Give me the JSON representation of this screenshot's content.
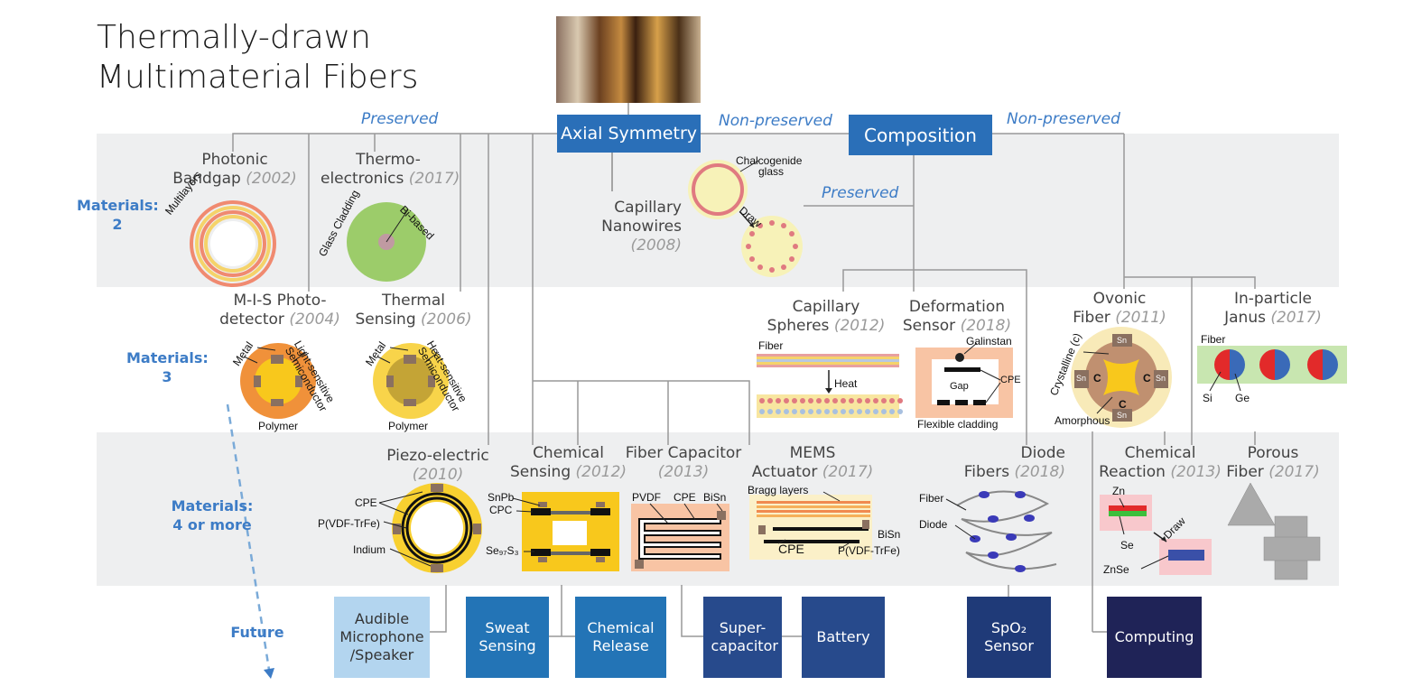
{
  "title_line1": "Thermally-drawn",
  "title_line2": "Multimaterial Fibers",
  "header": {
    "axial": "Axial Symmetry",
    "composition": "Composition",
    "preserved_left": "Preserved",
    "nonpreserved_mid": "Non-preserved",
    "nonpreserved_right": "Non-preserved",
    "preserved_comp": "Preserved"
  },
  "materials": {
    "m2_a": "Materials:",
    "m2_b": "2",
    "m3_a": "Materials:",
    "m3_b": "3",
    "m4_a": "Materials:",
    "m4_b": "4 or more",
    "future": "Future"
  },
  "fibers": {
    "photonic": {
      "l1": "Photonic",
      "l2": "Bandgap ",
      "yr": "(2002)"
    },
    "thermo": {
      "l1": "Thermo-",
      "l2": "electronics ",
      "yr": "(2017)"
    },
    "capillary_nw": {
      "l1": "Capillary",
      "l2": "Nanowires",
      "yr": "(2008)"
    },
    "mis": {
      "l1": "M-I-S Photo-",
      "l2": "detector ",
      "yr": "(2004)"
    },
    "thermal": {
      "l1": "Thermal",
      "l2": "Sensing ",
      "yr": "(2006)"
    },
    "cap_spheres": {
      "l1": "Capillary",
      "l2": "Spheres ",
      "yr": "(2012)"
    },
    "deformation": {
      "l1": "Deformation",
      "l2": "Sensor ",
      "yr": "(2018)"
    },
    "ovonic": {
      "l1": "Ovonic",
      "l2": "Fiber ",
      "yr": "(2011)"
    },
    "janus": {
      "l1": "In-particle",
      "l2": "Janus ",
      "yr": "(2017)"
    },
    "piezo": {
      "l1": "Piezo-electric",
      "yr": "(2010)"
    },
    "chem_sensing": {
      "l1": "Chemical",
      "l2": "Sensing ",
      "yr": "(2012)"
    },
    "fiber_cap": {
      "l1": "Fiber Capacitor",
      "yr": "(2013)"
    },
    "mems": {
      "l1": "MEMS",
      "l2": "Actuator ",
      "yr": "(2017)"
    },
    "diode": {
      "l1": "Diode",
      "l2": "Fibers ",
      "yr": "(2018)"
    },
    "chem_reaction": {
      "l1": "Chemical",
      "l2": "Reaction ",
      "yr": "(2013)"
    },
    "porous": {
      "l1": "Porous",
      "l2": "Fiber ",
      "yr": "(2017)"
    }
  },
  "labels": {
    "multilayers": "Multilayers",
    "glass_cladding": "Glass Cladding",
    "bi_based": "Bi-based",
    "chalcogenide": "Chalcogenide",
    "glass": "glass",
    "draw": "Draw",
    "metal": "Metal",
    "light_sensitive": "Light-sensitive",
    "semiconductor": "Semiconductor",
    "heat_sensitive": "Heat-sensitive",
    "polymer": "Polymer",
    "fiber": "Fiber",
    "heat": "Heat",
    "galinstan": "Galinstan",
    "gap": "Gap",
    "cpe": "CPE",
    "flexible_cladding": "Flexible cladding",
    "crystalline": "Crystalline (c)",
    "amorphous": "Amorphous",
    "sn": "Sn",
    "c": "C",
    "si": "Si",
    "ge": "Ge",
    "pvdf_trfe": "P(VDF-TrFe)",
    "indium": "Indium",
    "snpb": "SnPb",
    "cpc": "CPC",
    "se97s3": "Se₉₇S₃",
    "pvdf": "PVDF",
    "bisn": "BiSn",
    "bragg": "Bragg layers",
    "diode": "Diode",
    "zn": "Zn",
    "se": "Se",
    "znse": "ZnSe"
  },
  "future": {
    "audible": "Audible Microphone /Speaker",
    "sweat": "Sweat Sensing",
    "chem_release": "Chemical Release",
    "supercap": "Super-capacitor",
    "battery": "Battery",
    "spo2": "SpO₂ Sensor",
    "computing": "Computing"
  },
  "colors": {
    "band": "#eeeff0",
    "header_blue": "#2a6fb8",
    "label_blue": "#3d7cc6",
    "light_blue_box": "#b3d5ef",
    "mid_blue_box": "#2374b6",
    "dark_blue_box": "#274a8c",
    "navy_box": "#1f2357"
  }
}
